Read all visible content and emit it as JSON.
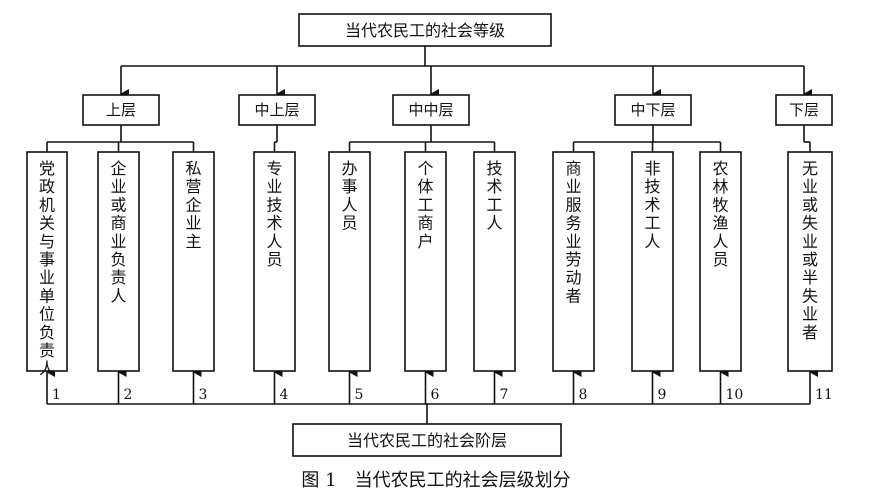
{
  "top_title": "当代农民工的社会等级",
  "bottom_title": "当代农民工的社会阶层",
  "caption": "图 1　当代农民工的社会层级划分",
  "layers": [
    {
      "label": "上层",
      "children": [
        0,
        1,
        2
      ]
    },
    {
      "label": "中上层",
      "children": [
        3
      ]
    },
    {
      "label": "中中层",
      "children": [
        4,
        5,
        6
      ]
    },
    {
      "label": "中下层",
      "children": [
        7,
        8,
        9
      ]
    },
    {
      "label": "下层",
      "children": [
        10
      ]
    }
  ],
  "occupations": [
    {
      "text": "党政机关与事业单位负责人",
      "num": "1"
    },
    {
      "text": "企业或商业负责人",
      "num": "2"
    },
    {
      "text": "私营企业主",
      "num": "3"
    },
    {
      "text": "专业技术人员",
      "num": "4"
    },
    {
      "text": "办事人员",
      "num": "5"
    },
    {
      "text": "个体工商户",
      "num": "6"
    },
    {
      "text": "技术工人",
      "num": "7"
    },
    {
      "text": "商业服务业劳动者",
      "num": "8"
    },
    {
      "text": "非技术工人",
      "num": "9"
    },
    {
      "text": "农林牧渔人员",
      "num": "10"
    },
    {
      "text": "无业或失业或半失业者",
      "num": "11"
    }
  ]
}
